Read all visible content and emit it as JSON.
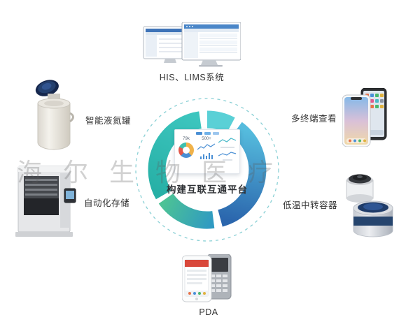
{
  "watermark": "海尔生物医疗",
  "hub": {
    "title": "构建互联互通平台",
    "dashboard": {
      "stat_left": "79k",
      "stat_right": "500+"
    }
  },
  "nodes": {
    "his_lims": {
      "label": "HIS、LIMS系统"
    },
    "multi_terminal": {
      "label": "多终端查看"
    },
    "cryo_transfer": {
      "label": "低温中转容器"
    },
    "pda": {
      "label": "PDA"
    },
    "auto_storage": {
      "label": "自动化存储"
    },
    "ln2_tank": {
      "label": "智能液氮罐"
    }
  },
  "ring_colors": {
    "teal": "#2cb9b0",
    "cyan": "#5ad0d6",
    "blue_top": "#55bbdd",
    "blue_bottom": "#2b66ad",
    "green": "#4cc295",
    "dashed_border": "#8ad0d5"
  }
}
